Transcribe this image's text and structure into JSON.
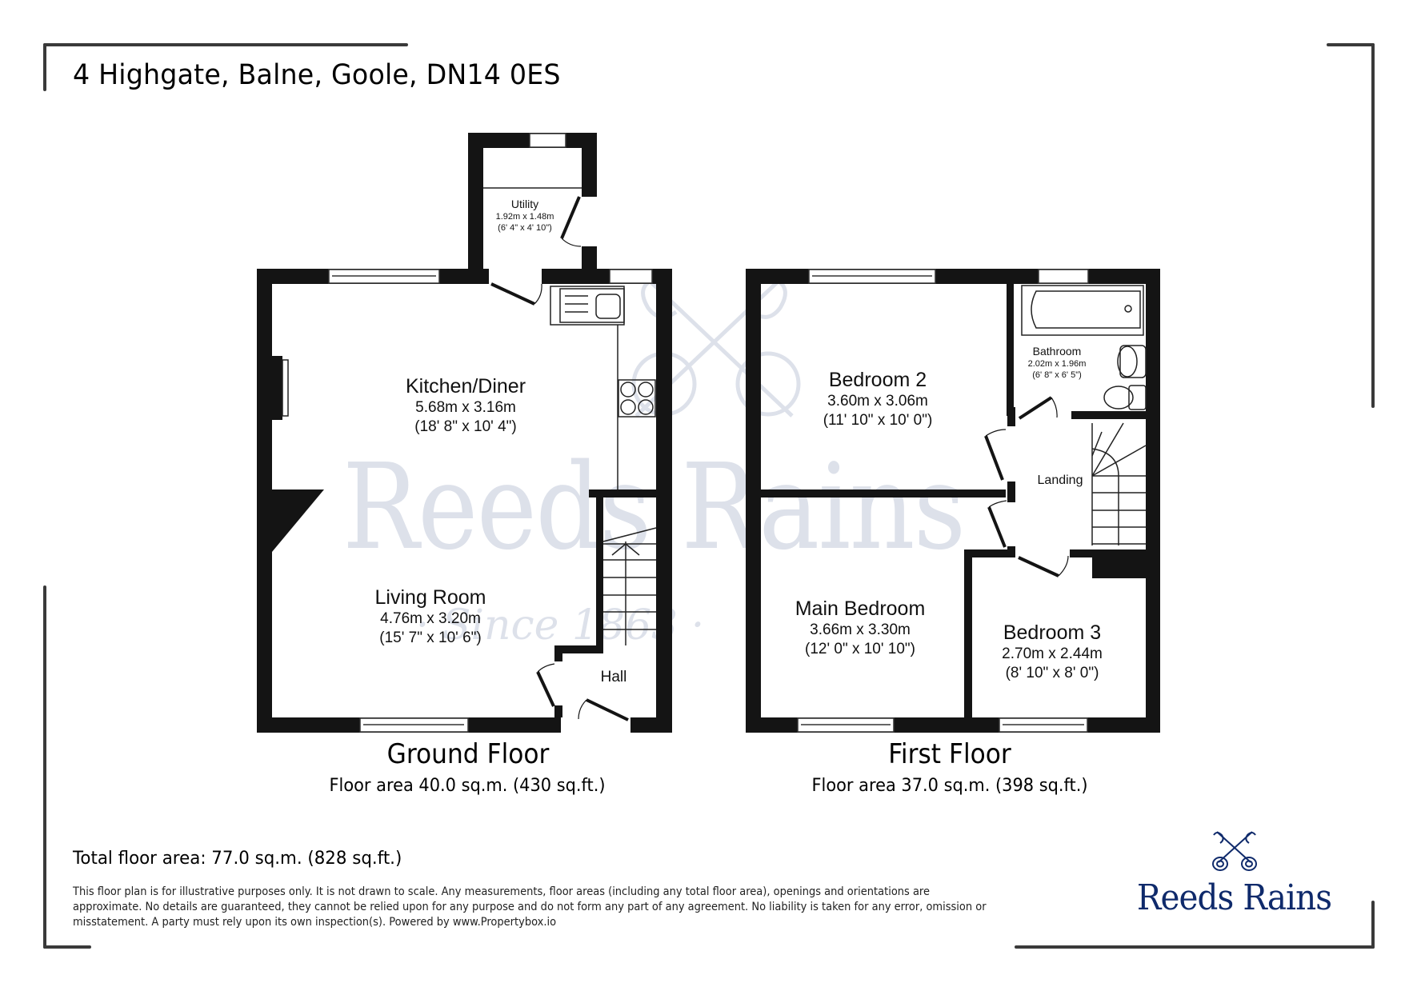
{
  "header": {
    "address": "4 Highgate, Balne, Goole, DN14 0ES"
  },
  "watermark": {
    "brand": "Reeds Rains",
    "tagline": "· Since 1863 ·",
    "color": "#dde1ea"
  },
  "ground_floor": {
    "title": "Ground Floor",
    "area": "Floor area 40.0 sq.m. (430 sq.ft.)",
    "rooms": [
      {
        "name": "Utility",
        "metric": "1.92m x 1.48m",
        "imperial": "(6' 4\" x 4' 10\")"
      },
      {
        "name": "Kitchen/Diner",
        "metric": "5.68m x 3.16m",
        "imperial": "(18' 8\" x 10' 4\")"
      },
      {
        "name": "Living Room",
        "metric": "4.76m x 3.20m",
        "imperial": "(15' 7\" x 10' 6\")"
      },
      {
        "name": "Hall",
        "metric": "",
        "imperial": ""
      }
    ]
  },
  "first_floor": {
    "title": "First Floor",
    "area": "Floor area 37.0 sq.m. (398 sq.ft.)",
    "rooms": [
      {
        "name": "Bedroom 2",
        "metric": "3.60m x 3.06m",
        "imperial": "(11' 10\" x 10' 0\")"
      },
      {
        "name": "Bathroom",
        "metric": "2.02m x 1.96m",
        "imperial": "(6' 8\" x 6' 5\")"
      },
      {
        "name": "Landing",
        "metric": "",
        "imperial": ""
      },
      {
        "name": "Main Bedroom",
        "metric": "3.66m x 3.30m",
        "imperial": "(12' 0\" x 10' 10\")"
      },
      {
        "name": "Bedroom 3",
        "metric": "2.70m x 2.44m",
        "imperial": "(8' 10\" x 8' 0\")"
      }
    ]
  },
  "footer": {
    "total_area": "Total floor area: 77.0 sq.m. (828 sq.ft.)",
    "disclaimer_lines": [
      "This floor plan is for illustrative purposes only. It is not drawn to scale. Any measurements, floor areas (including any total floor area), openings and orientations are",
      "approximate. No details are guaranteed, they cannot be relied upon for any purpose and do not form any part of any agreement. No liability is taken for any error, omission or",
      "misstatement. A party must rely upon its own inspection(s). Powered by www.Propertybox.io"
    ]
  },
  "logo": {
    "text": "Reeds Rains",
    "icon": "crossed-keys-icon",
    "color": "#0f2a6b"
  },
  "colors": {
    "wall": "#141414",
    "frame": "#3a3a3a"
  }
}
